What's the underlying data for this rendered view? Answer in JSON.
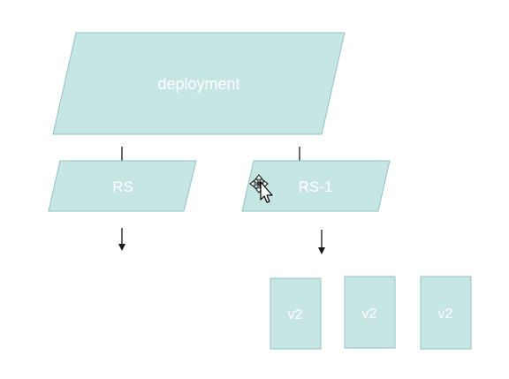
{
  "diagram": {
    "colors": {
      "shape_fill": "#c6e6e3",
      "shape_stroke": "#8ec4c0",
      "text": "#ffffff",
      "arrow": "#1a1a1a",
      "background": "#ffffff"
    },
    "nodes": {
      "deployment": {
        "label": "deployment"
      },
      "rs": {
        "label": "RS"
      },
      "rs1": {
        "label": "RS-1"
      },
      "pods": [
        {
          "label": "v2"
        },
        {
          "label": "v2"
        },
        {
          "label": "v2"
        }
      ]
    },
    "cursor": {
      "icon": "move-cursor-icon"
    }
  }
}
